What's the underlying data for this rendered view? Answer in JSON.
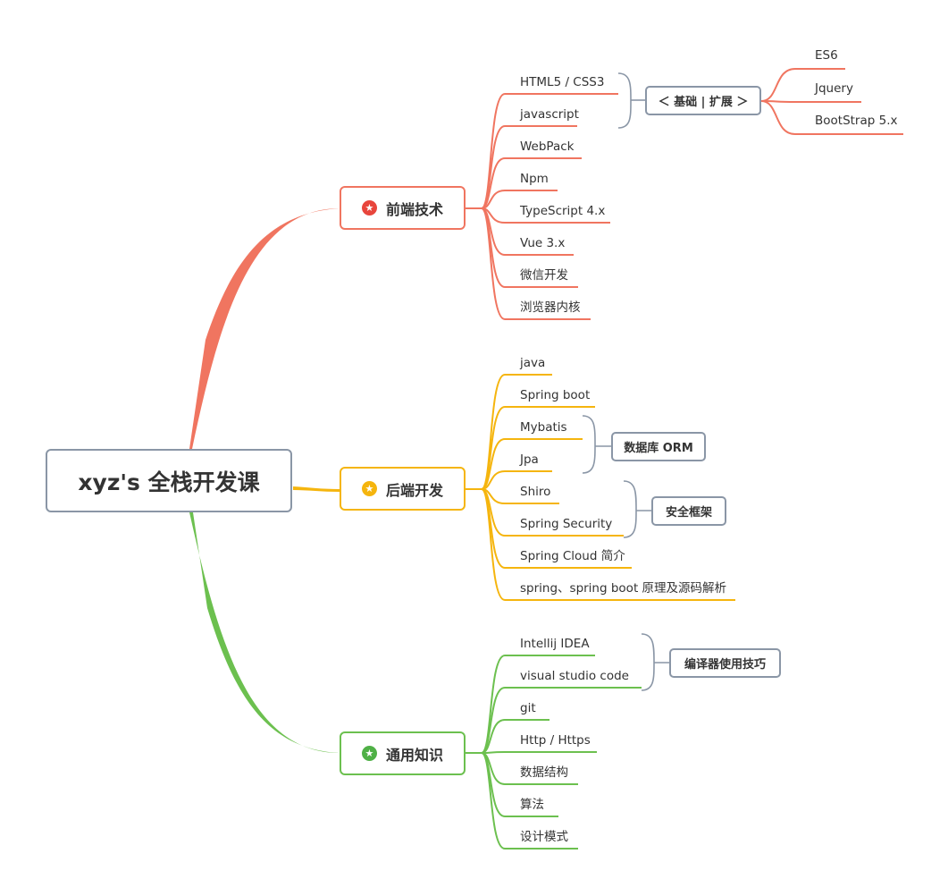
{
  "root": {
    "label": "xyz's 全栈开发课"
  },
  "colors": {
    "frontend": "#f07560",
    "backend": "#f5b50e",
    "general": "#6cc04f",
    "summary": "#8a96a6"
  },
  "branches": {
    "frontend": {
      "label": "前端技术",
      "icon": "star-badge-icon",
      "items": [
        "HTML5 / CSS3",
        "javascript",
        "WebPack",
        "Npm",
        "TypeScript 4.x",
        "Vue 3.x",
        "微信开发",
        "浏览器内核"
      ],
      "summary": {
        "label": "＜ 基础 | 扩展 ＞",
        "items": [
          "ES6",
          "Jquery",
          "BootStrap 5.x"
        ]
      }
    },
    "backend": {
      "label": "后端开发",
      "icon": "star-badge-icon",
      "items": [
        "java",
        "Spring boot",
        "Mybatis",
        "Jpa",
        "Shiro",
        "Spring Security",
        "Spring Cloud 简介",
        "spring、spring boot 原理及源码解析"
      ],
      "summaries": [
        {
          "label": "数据库 ORM"
        },
        {
          "label": "安全框架"
        }
      ]
    },
    "general": {
      "label": "通用知识",
      "icon": "star-badge-icon",
      "items": [
        "Intellij IDEA",
        "visual studio code",
        "git",
        "Http / Https",
        "数据结构",
        "算法",
        "设计模式"
      ],
      "summary": {
        "label": "编译器使用技巧"
      }
    }
  }
}
